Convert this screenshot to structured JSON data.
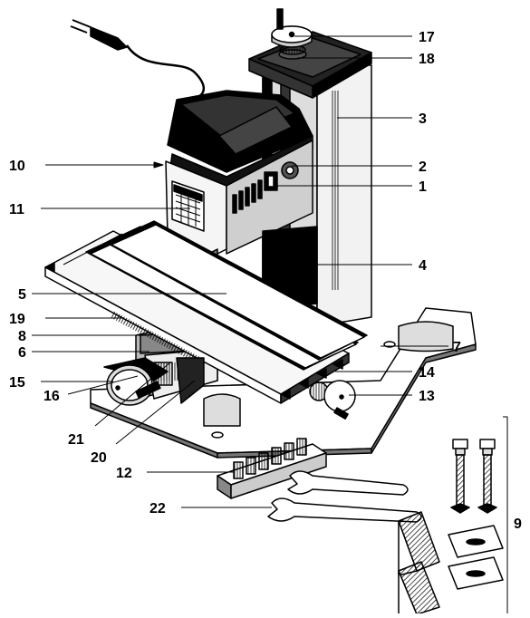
{
  "figure": {
    "callouts": [
      {
        "id": "17",
        "text": "17"
      },
      {
        "id": "18",
        "text": "18"
      },
      {
        "id": "3",
        "text": "3"
      },
      {
        "id": "10",
        "text": "10"
      },
      {
        "id": "2",
        "text": "2"
      },
      {
        "id": "1",
        "text": "1"
      },
      {
        "id": "11",
        "text": "11"
      },
      {
        "id": "4",
        "text": "4"
      },
      {
        "id": "5",
        "text": "5"
      },
      {
        "id": "19",
        "text": "19"
      },
      {
        "id": "8",
        "text": "8"
      },
      {
        "id": "6",
        "text": "6"
      },
      {
        "id": "7",
        "text": "7"
      },
      {
        "id": "14",
        "text": "14"
      },
      {
        "id": "15",
        "text": "15"
      },
      {
        "id": "13",
        "text": "13"
      },
      {
        "id": "16",
        "text": "16"
      },
      {
        "id": "21",
        "text": "21"
      },
      {
        "id": "20",
        "text": "20"
      },
      {
        "id": "12",
        "text": "12"
      },
      {
        "id": "22",
        "text": "22"
      },
      {
        "id": "9",
        "text": "9"
      }
    ]
  }
}
